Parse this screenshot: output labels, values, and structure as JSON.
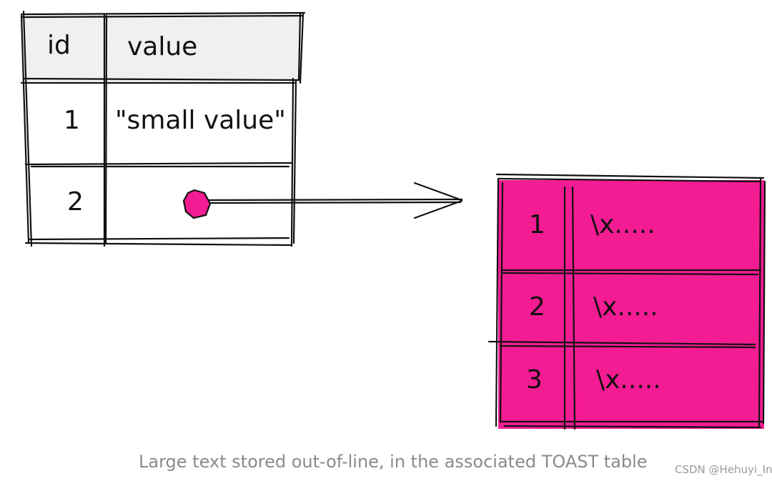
{
  "main_table": {
    "headers": {
      "id": "id",
      "value": "value"
    },
    "rows": [
      {
        "id": "1",
        "value": "\"small value\""
      },
      {
        "id": "2",
        "value": ""
      }
    ]
  },
  "toast_table": {
    "rows": [
      {
        "id": "1",
        "value": "\\x....."
      },
      {
        "id": "2",
        "value": "\\x....."
      },
      {
        "id": "3",
        "value": "\\x....."
      }
    ]
  },
  "caption": "Large text stored out-of-line, in the associated TOAST table",
  "watermark": "CSDN @Hehuyi_In",
  "colors": {
    "toast_fill": "#f41c93",
    "header_fill": "#f0f0f0",
    "ink": "#111111",
    "caption": "#8a8a8a"
  }
}
